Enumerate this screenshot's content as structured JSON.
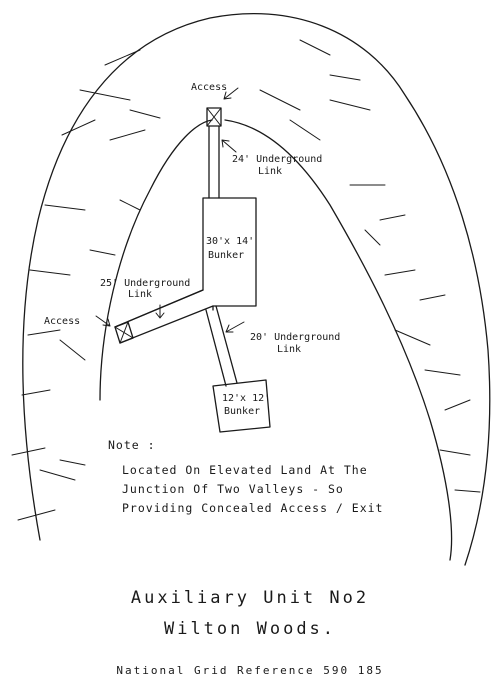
{
  "plan": {
    "access_top": "Access",
    "access_left": "Access",
    "link_24_line1": "24' Underground",
    "link_24_line2": "Link",
    "bunker_main_line1": "30'x 14'",
    "bunker_main_line2": "Bunker",
    "link_25_line1": "25' Underground",
    "link_25_line2": "Link",
    "link_20_line1": "20' Underground",
    "link_20_line2": "Link",
    "bunker_small_line1": "12'x 12'",
    "bunker_small_line2": "Bunker"
  },
  "note": {
    "heading": "Note :",
    "line1": "Located On Elevated Land At The",
    "line2": "Junction Of Two Valleys - So",
    "line3": "Providing Concealed Access / Exit"
  },
  "title": {
    "line1": "Auxiliary Unit No2",
    "line2": "Wilton Woods.",
    "grid_ref": "National Grid Reference 590 185"
  },
  "colors": {
    "ink": "#1a1a1a",
    "paper": "#ffffff"
  }
}
